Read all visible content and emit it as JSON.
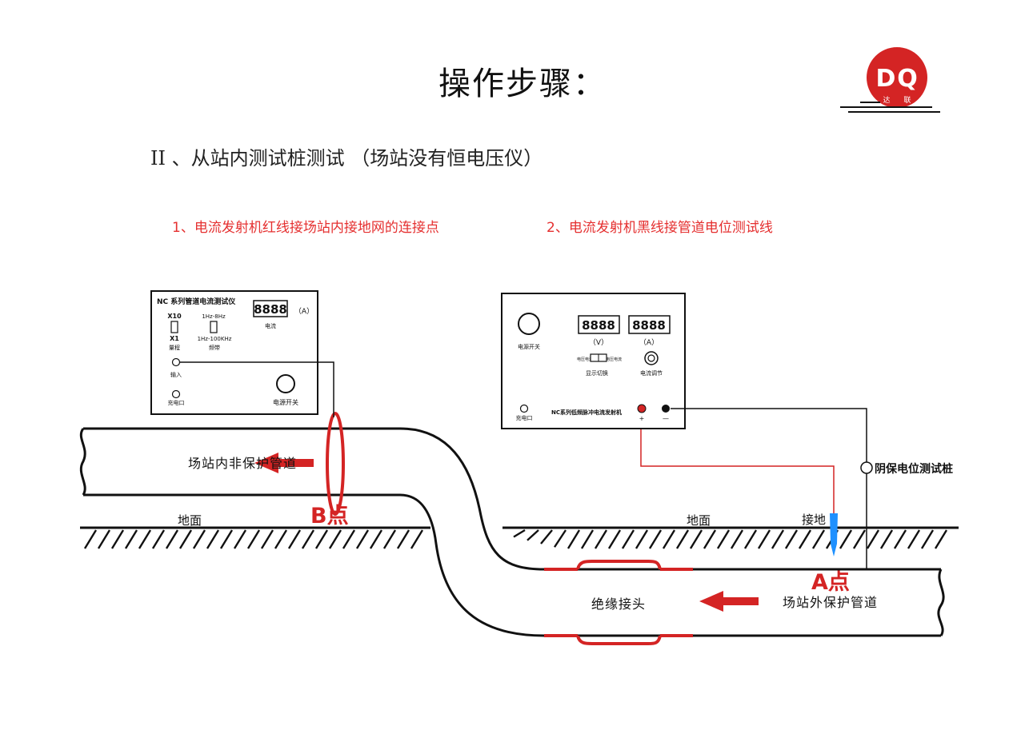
{
  "header": {
    "title": "操作步骤：",
    "logo_letters": "DQ",
    "logo_chars": [
      "达",
      "联"
    ]
  },
  "subtitle": "II  、从站内测试桩测试 （场站没有恒电压仪）",
  "steps": [
    "1、电流发射机红线接场站内接地网的连接点",
    "2、电流发射机黑线接管道电位测试线"
  ],
  "receiver": {
    "title": "NC 系列管道电流测试仪",
    "display": "8888",
    "unit": "（A）",
    "display_label": "电流",
    "range_top": "X10",
    "range_bottom": "X1",
    "range_label": "量程",
    "freq_top": "1Hz-8Hz",
    "freq_bottom": "1Hz-100KHz",
    "freq_label": "频带",
    "input_label": "输入",
    "charge_label": "充电口",
    "power_label": "电源开关"
  },
  "transmitter": {
    "title": "NC系列低频脉冲电流发射机",
    "power_label": "电源开关",
    "volt_display": "8888",
    "volt_unit": "（V）",
    "amp_display": "8888",
    "amp_unit": "（A）",
    "switch_left": "电压电流",
    "switch_right": "电压电流",
    "switch_label": "显示切换",
    "knob_label": "电流调节",
    "charge_label": "充电口",
    "plus": "+",
    "minus": "—"
  },
  "labels": {
    "inner_pipe": "场站内非保护管道",
    "outer_pipe": "场站外保护管道",
    "insulating_joint": "绝缘接头",
    "ground_left": "地面",
    "ground_right": "地面",
    "grounding": "接地",
    "point_a": "A点",
    "point_b": "B点",
    "test_pile": "阴保电位测试桩"
  },
  "colors": {
    "red": "#d42424",
    "black": "#111111",
    "blue": "#1e90ff",
    "step_text": "#e53030"
  }
}
